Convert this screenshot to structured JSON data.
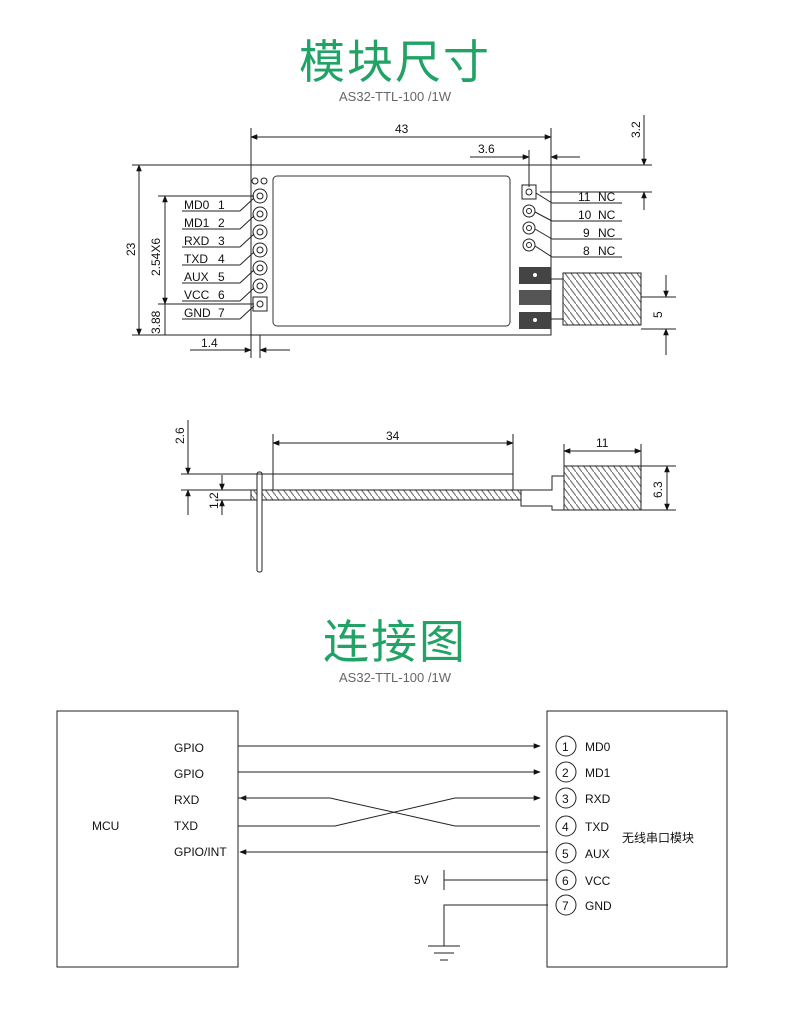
{
  "dimensions_section": {
    "title": "模块尺寸",
    "subtitle": "AS32-TTL-100 /1W",
    "top_view": {
      "dim_width": "43",
      "dim_right_offset": "3.6",
      "dim_top_offset": "3.2",
      "dim_height": "23",
      "dim_pin_pitch": "2.54X6",
      "dim_bottom_offset": "3.88",
      "dim_left_offset": "1.4",
      "dim_connector": "5",
      "left_pins": [
        {
          "name": "MD0",
          "num": "1"
        },
        {
          "name": "MD1",
          "num": "2"
        },
        {
          "name": "RXD",
          "num": "3"
        },
        {
          "name": "TXD",
          "num": "4"
        },
        {
          "name": "AUX",
          "num": "5"
        },
        {
          "name": "VCC",
          "num": "6"
        },
        {
          "name": "GND",
          "num": "7"
        }
      ],
      "right_pins": [
        {
          "num": "11",
          "name": "NC"
        },
        {
          "num": "10",
          "name": "NC"
        },
        {
          "num": "9",
          "name": "NC"
        },
        {
          "num": "8",
          "name": "NC"
        }
      ]
    },
    "side_view": {
      "dim_shield": "34",
      "dim_antenna": "11",
      "dim_pin_height": "2.6",
      "dim_board": "1.2",
      "dim_antenna_dia": "6.3"
    }
  },
  "connection_section": {
    "title": "连接图",
    "subtitle": "AS32-TTL-100 /1W",
    "mcu_label": "MCU",
    "module_label": "无线串口模块",
    "mcu_signals": [
      "GPIO",
      "GPIO",
      "RXD",
      "TXD",
      "GPIO/INT"
    ],
    "power_label": "5V",
    "module_pins": [
      {
        "num": "1",
        "name": "MD0"
      },
      {
        "num": "2",
        "name": "MD1"
      },
      {
        "num": "3",
        "name": "RXD"
      },
      {
        "num": "4",
        "name": "TXD"
      },
      {
        "num": "5",
        "name": "AUX"
      },
      {
        "num": "6",
        "name": "VCC"
      },
      {
        "num": "7",
        "name": "GND"
      }
    ]
  }
}
